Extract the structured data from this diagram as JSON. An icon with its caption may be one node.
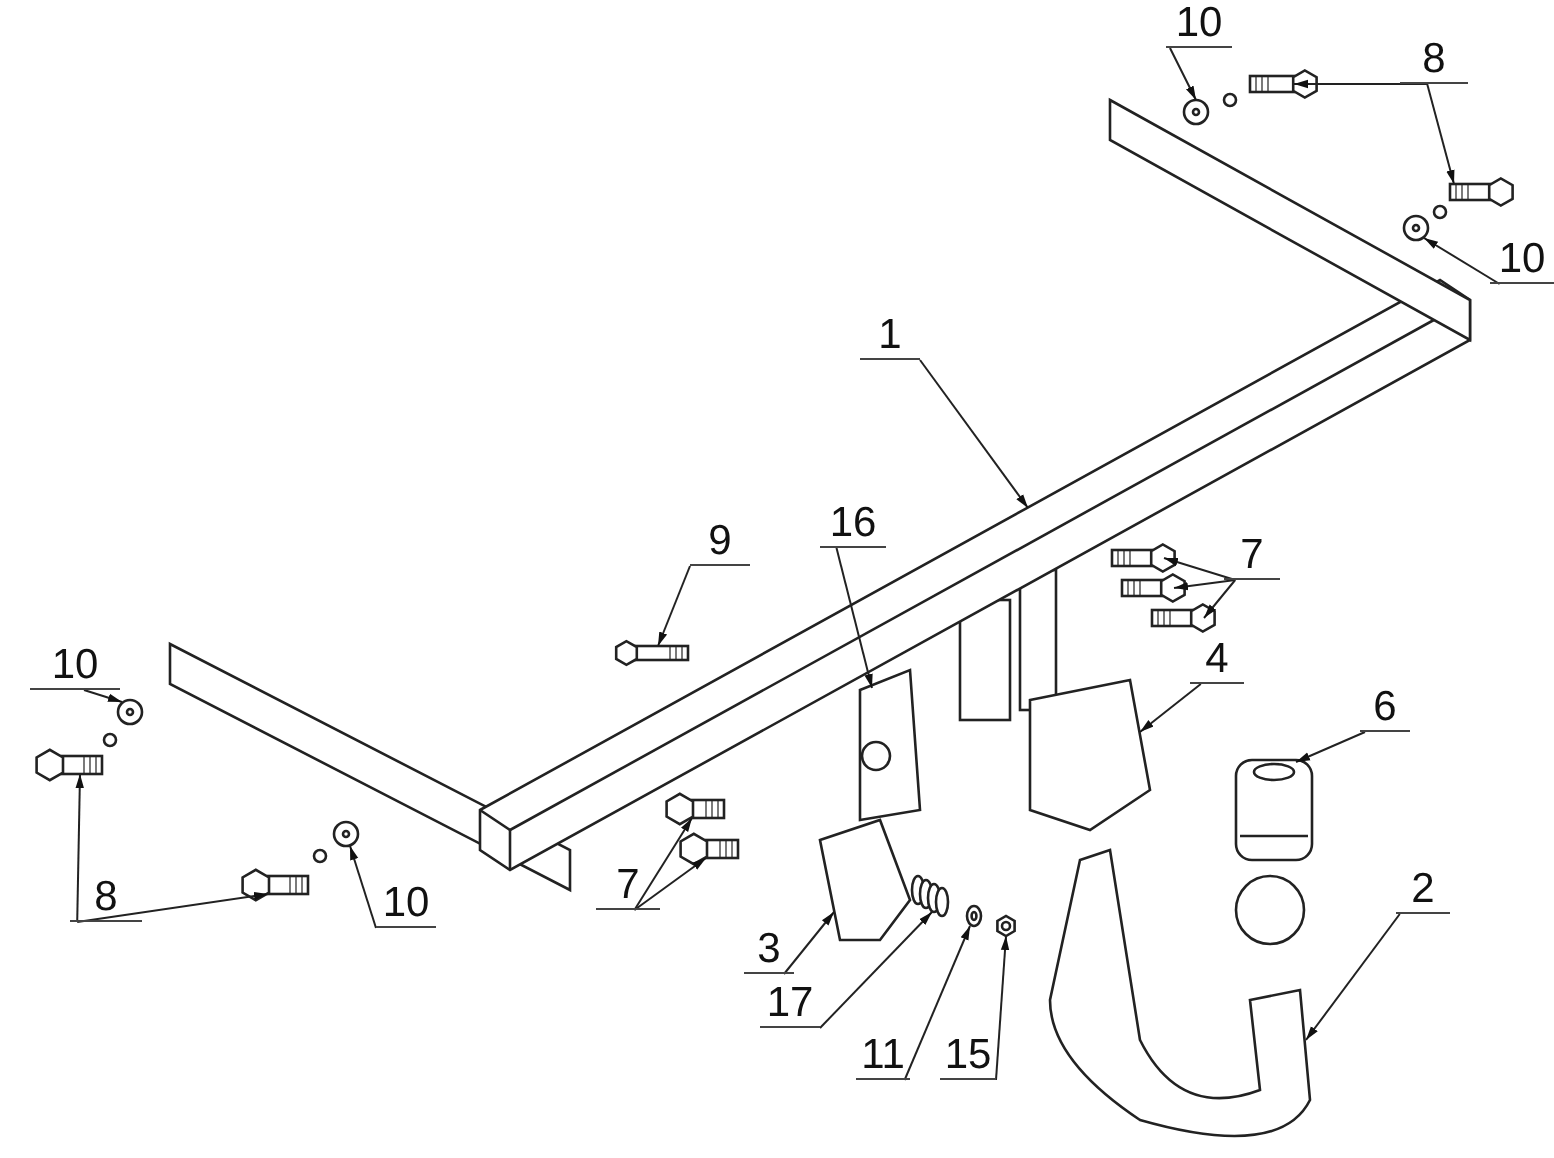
{
  "diagram": {
    "nodes": [
      {
        "text": [
          "10"
        ]
      },
      {
        "text": [
          "8"
        ]
      },
      {
        "text": [
          "10"
        ]
      },
      {
        "text": [
          "1"
        ]
      },
      {
        "text": [
          "9"
        ]
      },
      {
        "text": [
          "16"
        ]
      },
      {
        "text": [
          "7"
        ]
      },
      {
        "text": [
          "10"
        ]
      },
      {
        "text": [
          "4"
        ]
      },
      {
        "text": [
          "6"
        ]
      },
      {
        "text": [
          "7"
        ]
      },
      {
        "text": [
          "2"
        ]
      },
      {
        "text": [
          "8"
        ]
      },
      {
        "text": [
          "10"
        ]
      },
      {
        "text": [
          "3"
        ]
      },
      {
        "text": [
          "17"
        ]
      },
      {
        "text": [
          "11"
        ]
      },
      {
        "text": [
          "15"
        ]
      },
      {
        "text": [],
        "shape": "picture"
      },
      {
        "text": [],
        "shape": "picture"
      },
      {
        "text": [],
        "shape": "picture"
      },
      {
        "text": [],
        "shape": "picture"
      },
      {
        "text": [],
        "shape": "picture"
      },
      {
        "text": [],
        "shape": "picture"
      },
      {
        "text": [],
        "shape": "picture"
      },
      {
        "text": [],
        "shape": "picture"
      },
      {
        "text": [],
        "shape": "picture"
      },
      {
        "text": [],
        "shape": "picture"
      },
      {
        "text": [],
        "shape": "picture"
      },
      {
        "text": [],
        "shape": "picture"
      },
      {
        "text": [],
        "shape": "picture"
      },
      {
        "text": [],
        "shape": "picture"
      },
      {
        "text": [],
        "shape": "picture"
      },
      {
        "text": [],
        "shape": "picture"
      },
      {
        "text": [],
        "shape": "picture"
      },
      {
        "text": [],
        "shape": "picture"
      },
      {
        "text": [],
        "shape": "picture"
      },
      {
        "text": [],
        "shape": "picture"
      },
      {
        "text": [],
        "shape": "picture"
      },
      {
        "text": [],
        "shape": "picture"
      },
      {
        "text": [],
        "shape": "picture"
      }
    ],
    "edges": [
      {
        "from": 0,
        "to": 18,
        "arrow": "to"
      },
      {
        "from": 1,
        "to": 19,
        "arrow": "to"
      },
      {
        "from": 1,
        "to": 20,
        "arrow": "to"
      },
      {
        "from": 2,
        "to": 21,
        "arrow": "to"
      },
      {
        "from": 3,
        "to": 22,
        "arrow": "to"
      },
      {
        "from": 4,
        "to": 23,
        "arrow": "to"
      },
      {
        "from": 5,
        "to": 24,
        "arrow": "to"
      },
      {
        "from": 6,
        "to": 25,
        "arrow": "to"
      },
      {
        "from": 6,
        "to": 26,
        "arrow": "to"
      },
      {
        "from": 6,
        "to": 27,
        "arrow": "to"
      },
      {
        "from": 7,
        "to": 28,
        "arrow": "to"
      },
      {
        "from": 8,
        "to": 29,
        "arrow": "to"
      },
      {
        "from": 9,
        "to": 30,
        "arrow": "to"
      },
      {
        "from": 10,
        "to": 31,
        "arrow": "to"
      },
      {
        "from": 10,
        "to": 32,
        "arrow": "to"
      },
      {
        "from": 11,
        "to": 33,
        "arrow": "to"
      },
      {
        "from": 12,
        "to": 34,
        "arrow": "to"
      },
      {
        "from": 12,
        "to": 35,
        "arrow": "to"
      },
      {
        "from": 13,
        "to": 36,
        "arrow": "to"
      },
      {
        "from": 14,
        "to": 37,
        "arrow": "to"
      },
      {
        "from": 15,
        "to": 38,
        "arrow": "to"
      },
      {
        "from": 16,
        "to": 39,
        "arrow": "to"
      },
      {
        "from": 17,
        "to": 40,
        "arrow": "to"
      }
    ]
  }
}
